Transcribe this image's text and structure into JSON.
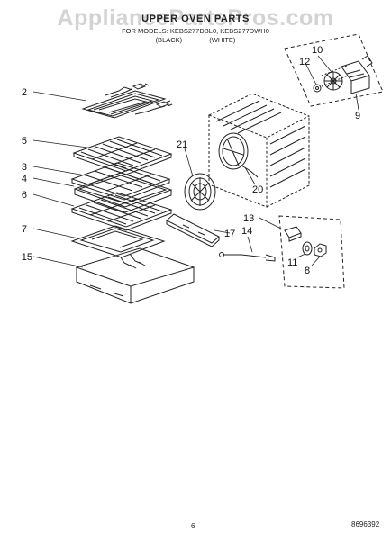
{
  "watermark": "AppliancePartsPros.com",
  "header": {
    "title": "UPPER OVEN PARTS",
    "models": "FOR MODELS: KEBS277DBL0, KEBS277DWH0",
    "color_black": "(BLACK)",
    "color_white": "(WHITE)"
  },
  "callouts": {
    "c2": "2",
    "c3": "3",
    "c4": "4",
    "c5": "5",
    "c6": "6",
    "c7": "7",
    "c8": "8",
    "c9": "9",
    "c10": "10",
    "c11": "11",
    "c12": "12",
    "c13": "13",
    "c14": "14",
    "c15": "15",
    "c17": "17",
    "c20": "20",
    "c21": "21"
  },
  "footer": {
    "page": "6",
    "code": "8696392"
  }
}
